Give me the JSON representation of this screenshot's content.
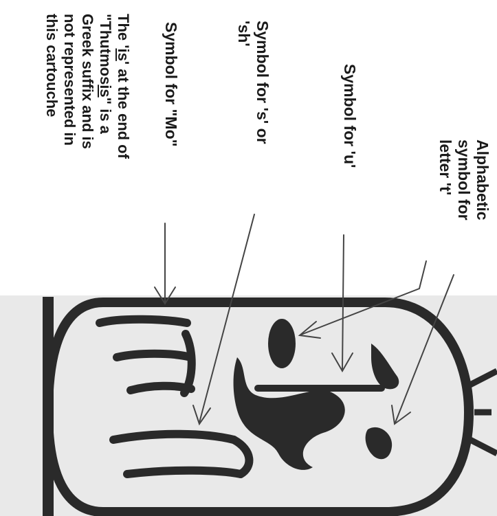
{
  "labels": {
    "t": [
      "Alphabetic",
      "symbol for",
      "letter 't'"
    ],
    "u": [
      "Symbol for 'u'"
    ],
    "s": [
      "Symbol for 's' or",
      "'sh'"
    ],
    "mo": [
      "Symbol for \"Mo\""
    ],
    "note": {
      "line1_pre": "The '",
      "line1_ul": "is",
      "line1_post": "' at the end of",
      "line2_pre": "\"Thutmos",
      "line2_ul": "is",
      "line2_post": "\" is a",
      "line3": "Greek suffix and is",
      "line4": "not represented in",
      "line5": "this cartouche"
    }
  },
  "colors": {
    "ink": "#2a2a2a",
    "arrow": "#444444",
    "background": "#e9e9e9"
  }
}
